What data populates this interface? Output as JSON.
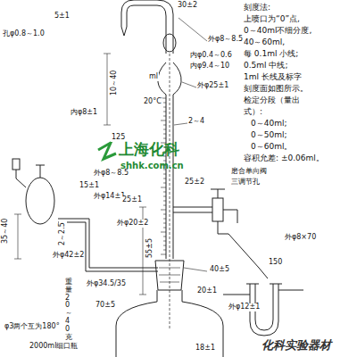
{
  "diagram": {
    "labels": [
      "刻度法:",
      "上喷口为“0”点,",
      "0～40ml不细分度,",
      "40～60ml,",
      "每 0.1ml 小线;",
      "0.5ml 中线;",
      "1ml 长线及标字",
      "刻度面如图所示。",
      "检定分段（量出",
      "式）:",
      "0～40ml;",
      "0～50ml;",
      "0～60ml。",
      "容积允差: ±0.06ml。",
      "孔φ0.8～1.0",
      "5±1",
      "30±2",
      "外φ8～8.5",
      "内φ0.4～0.6",
      "内φ9.4～10",
      "外φ25±1",
      "内φ8±1",
      "ml",
      "20°C",
      "2～4",
      "10～40",
      "125",
      "外φ8～8.5",
      "15±1",
      "外φ14±1",
      "25±2",
      "25±1",
      "外φ20±2",
      "55±5",
      "外φ42±2",
      "35～40",
      "2～2.5",
      "重量20～40克",
      "外φ34.5/35",
      "70±5",
      "φ3两个互为180°",
      "2000ml细口瓶",
      "磨合单向阀",
      "三调节孔",
      "外φ8×70",
      "150",
      "40±5",
      "20±1",
      "外φ12±1",
      "18±1",
      "上海化科",
      "shhk.com.cn",
      "化科实验器材"
    ]
  }
}
